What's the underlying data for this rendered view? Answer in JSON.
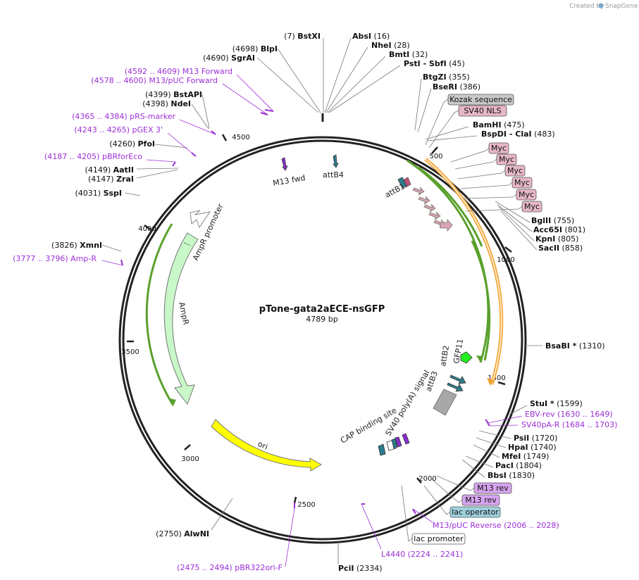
{
  "plasmid": {
    "name": "pTone-gata2aECE-nsGFP",
    "length_label": "4789 bp"
  },
  "credit": {
    "prefix": "Created by",
    "brand": "SnapGene"
  },
  "ticks": [
    "500",
    "1000",
    "1500",
    "2000",
    "2500",
    "3000",
    "3500",
    "4000",
    "4500"
  ],
  "sites": [
    {
      "name": "BstXI",
      "pos": "(7)"
    },
    {
      "name": "AbsI",
      "pos": "(16)"
    },
    {
      "name": "NheI",
      "pos": "(28)"
    },
    {
      "name": "BmtI",
      "pos": "(32)"
    },
    {
      "name": "PstI",
      "extra": "- SbfI",
      "pos": "(45)"
    },
    {
      "name": "BtgZI",
      "pos": "(355)"
    },
    {
      "name": "BseRI",
      "pos": "(386)"
    },
    {
      "name": "BamHI",
      "pos": "(475)"
    },
    {
      "name": "BspDI",
      "extra": "- ClaI",
      "pos": "(483)"
    },
    {
      "name": "BglII",
      "pos": "(755)"
    },
    {
      "name": "Acc65I",
      "pos": "(801)"
    },
    {
      "name": "KpnI",
      "pos": "(805)"
    },
    {
      "name": "SacII",
      "pos": "(858)"
    },
    {
      "name": "BsaBI *",
      "pos": "(1310)"
    },
    {
      "name": "StuI *",
      "pos": "(1599)"
    },
    {
      "name": "PsiI",
      "pos": "(1720)"
    },
    {
      "name": "HpaI",
      "pos": "(1740)"
    },
    {
      "name": "MfeI",
      "pos": "(1749)"
    },
    {
      "name": "PacI",
      "pos": "(1804)"
    },
    {
      "name": "BbsI",
      "pos": "(1830)"
    },
    {
      "name": "PciI",
      "pos": "(2334)"
    },
    {
      "name": "AlwNI",
      "pos": "(2750)"
    },
    {
      "name": "XmnI",
      "pos": "(3826)"
    },
    {
      "name": "SspI",
      "pos": "(4031)"
    },
    {
      "name": "ZraI",
      "pos": "(4147)"
    },
    {
      "name": "AatII",
      "pos": "(4149)"
    },
    {
      "name": "PfoI",
      "pos": "(4260)"
    },
    {
      "name": "NdeI",
      "pos": "(4398)"
    },
    {
      "name": "BstAPI",
      "pos": "(4399)"
    },
    {
      "name": "SgrAI",
      "pos": "(4690)"
    },
    {
      "name": "BlpI",
      "pos": "(4698)"
    }
  ],
  "primers": [
    {
      "name": "M13 Forward",
      "range": "(4592 .. 4609)"
    },
    {
      "name": "M13/pUC Forward",
      "range": "(4578 .. 4600)"
    },
    {
      "name": "pRS-marker",
      "range": "(4365 .. 4384)"
    },
    {
      "name": "pGEX 3'",
      "range": "(4243 .. 4265)"
    },
    {
      "name": "pBRforEco",
      "range": "(4187 .. 4205)"
    },
    {
      "name": "Amp-R",
      "range": "(3777 .. 3796)"
    },
    {
      "name": "EBV-rev",
      "range": "(1630 .. 1649)"
    },
    {
      "name": "SV40pA-R",
      "range": "(1684 .. 1703)"
    },
    {
      "name": "M13/pUC Reverse",
      "range": "(2006 .. 2028)"
    },
    {
      "name": "L4440",
      "range": "(2224 .. 2241)"
    },
    {
      "name": "pBR322ori-F",
      "range": "(2475 .. 2494)"
    }
  ],
  "boxed_features": [
    {
      "label": "Kozak sequence",
      "fill": "#c9c9c9"
    },
    {
      "label": "SV40 NLS",
      "fill": "#e6b7c6"
    },
    {
      "label": "Myc",
      "fill": "#e6b7c6"
    },
    {
      "label": "Myc",
      "fill": "#e6b7c6"
    },
    {
      "label": "Myc",
      "fill": "#e6b7c6"
    },
    {
      "label": "Myc",
      "fill": "#e6b7c6"
    },
    {
      "label": "Myc",
      "fill": "#e6b7c6"
    },
    {
      "label": "Myc",
      "fill": "#e6b7c6"
    },
    {
      "label": "M13 rev",
      "fill": "#d6a4ef"
    },
    {
      "label": "M13 rev",
      "fill": "#d6a4ef"
    },
    {
      "label": "lac operator",
      "fill": "#9fd0dc"
    },
    {
      "label": "lac promoter",
      "fill": "#ffffff"
    }
  ],
  "features": {
    "m13_fwd": "M13 fwd",
    "attb4": "attB4",
    "attb1": "attB1",
    "ampr_promoter": "AmpR promoter",
    "ampr": "AmpR",
    "ori": "ori",
    "attb2": "attB2",
    "gfp11": "GFP11",
    "attb3": "attB3",
    "sv40_polya": "SV40 poly(A) signal",
    "cap_site": "CAP binding site"
  },
  "colors": {
    "primer": "#9b2fd6",
    "backbone": "#222222",
    "ampr_fill": "#c8f7c8",
    "ori_fill": "#ffff00",
    "green_arc": "#5aa02c",
    "orange_arc": "#f0a030",
    "attb_fill": "#2e7c8c",
    "gfp11_fill": "#22ee22",
    "polya_fill": "#a8a8a8"
  }
}
